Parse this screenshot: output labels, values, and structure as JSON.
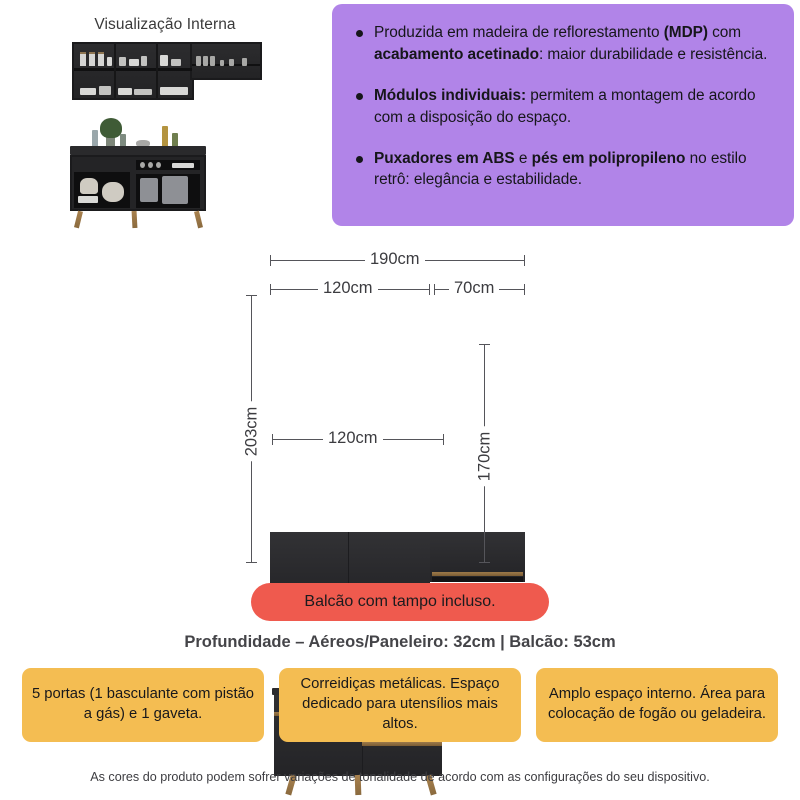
{
  "internal_view": {
    "title": "Visualização Interna"
  },
  "features_panel": {
    "background_color": "#b184e8",
    "bullets": [
      {
        "segments": [
          {
            "text": "Produzida em madeira de reflorestamento ",
            "bold": false
          },
          {
            "text": "(MDP)",
            "bold": true
          },
          {
            "text": " com ",
            "bold": false
          },
          {
            "text": "acabamento acetinado",
            "bold": true
          },
          {
            "text": ": maior durabilidade e resistência.",
            "bold": false
          }
        ]
      },
      {
        "segments": [
          {
            "text": "Módulos individuais:",
            "bold": true
          },
          {
            "text": " permitem a montagem de acordo com a disposição do espaço.",
            "bold": false
          }
        ]
      },
      {
        "segments": [
          {
            "text": "Puxadores em ABS",
            "bold": true
          },
          {
            "text": " e ",
            "bold": false
          },
          {
            "text": "pés em polipropileno",
            "bold": true
          },
          {
            "text": " no estilo retrô: elegância e estabilidade.",
            "bold": false
          }
        ]
      }
    ]
  },
  "diagram": {
    "dimensions": {
      "total_width": "190cm",
      "upper_left_width": "120cm",
      "upper_right_width": "70cm",
      "total_height": "203cm",
      "upper_right_height": "170cm",
      "counter_width": "120cm"
    }
  },
  "badge": {
    "label": "Balcão com tampo incluso.",
    "color": "#ef5a4e"
  },
  "depth": {
    "label": "Profundidade – Aéreos/Paneleiro: 32cm | Balcão: 53cm"
  },
  "feature_boxes": {
    "color": "#f4bd52",
    "items": [
      "5 portas (1 basculante com pistão a gás) e 1 gaveta.",
      "Correidiças metálicas. Espaço dedicado para utensílios mais altos.",
      "Amplo espaço interno. Área para colocação de fogão ou geladeira."
    ]
  },
  "footer": {
    "note": "As cores do produto podem sofrer variações de tonalidade de acordo com as configurações do seu dispositivo."
  }
}
